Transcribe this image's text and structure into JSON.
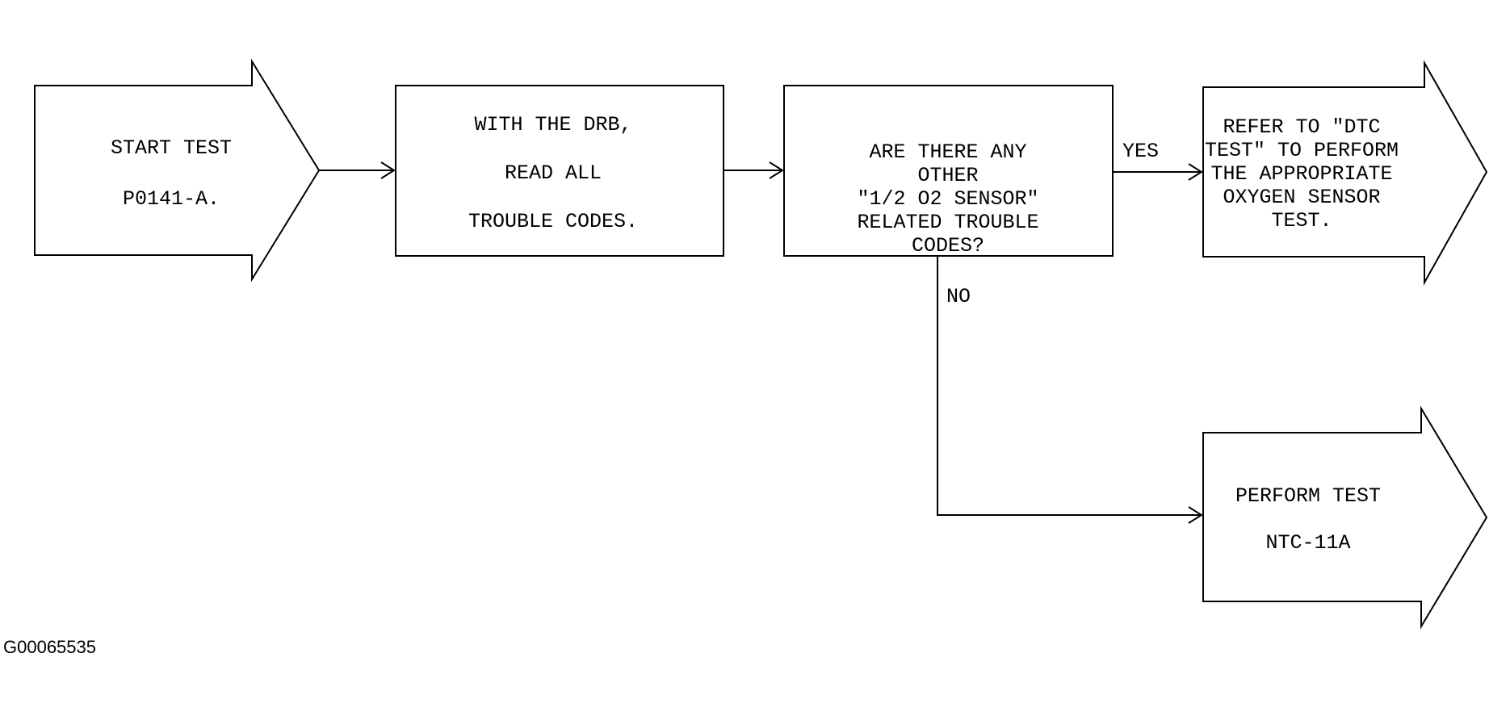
{
  "nodes": {
    "start": {
      "lines": [
        "START TEST",
        "P0141-A."
      ]
    },
    "read_codes": {
      "lines": [
        "WITH THE DRB,",
        "READ ALL",
        "TROUBLE CODES."
      ]
    },
    "question": {
      "lines": [
        "ARE THERE ANY",
        "OTHER",
        "\"1/2 O2 SENSOR\"",
        "RELATED TROUBLE",
        "CODES?"
      ]
    },
    "refer": {
      "lines": [
        "REFER TO \"DTC",
        "TEST\" TO PERFORM",
        "THE APPROPRIATE",
        "OXYGEN SENSOR",
        "TEST."
      ]
    },
    "perform": {
      "lines": [
        "PERFORM TEST",
        "NTC-11A"
      ]
    }
  },
  "edge_labels": {
    "yes": "YES",
    "no": "NO"
  },
  "figure_id": "G00065535"
}
